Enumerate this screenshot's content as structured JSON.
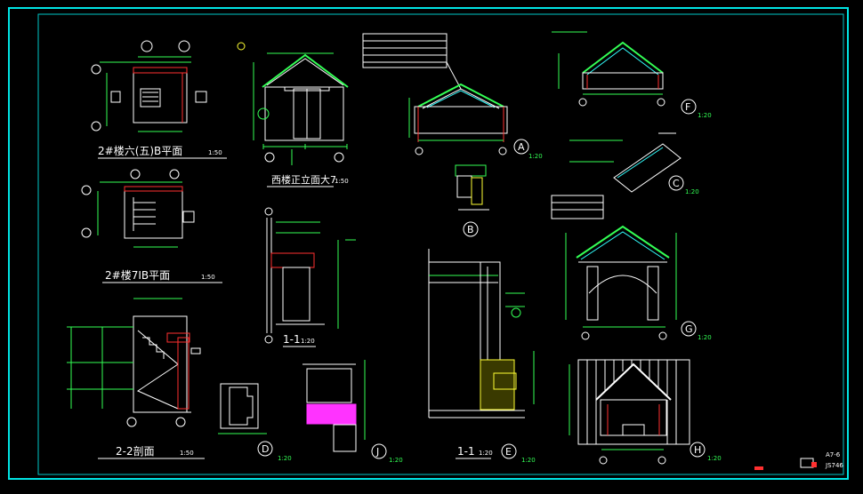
{
  "sheet": {
    "frame_color": "#00e5e5",
    "line_colors": {
      "white": "#ffffff",
      "green": "#33ff55",
      "yellow": "#ffff33",
      "red": "#ff3030",
      "magenta": "#ff33ff",
      "cyan": "#33ffff"
    },
    "title_block": {
      "code": "A7-6",
      "subtext": "JS746"
    }
  },
  "views": {
    "plan_1": {
      "title": "2#楼六(五)B平面",
      "scale": "1:50"
    },
    "plan_2": {
      "title": "2#楼7IB平面",
      "scale": "1:50"
    },
    "section_22": {
      "title": "2-2剖面",
      "scale": "1:50"
    },
    "elevation": {
      "title": "西楼正立面大7",
      "scale": "1:50"
    },
    "section_11a": {
      "title": "1-1",
      "scale": "1:20"
    },
    "section_11b": {
      "title": "1-1",
      "scale": "1:20"
    },
    "detail_a": {
      "bubble": "A",
      "scale": "1:20"
    },
    "detail_b": {
      "bubble": "B"
    },
    "detail_c": {
      "bubble": "C",
      "scale": "1:20"
    },
    "detail_d": {
      "bubble": "D",
      "scale": "1:20"
    },
    "detail_e": {
      "bubble": "E",
      "scale": "1:20"
    },
    "detail_f": {
      "bubble": "F",
      "scale": "1:20"
    },
    "detail_g": {
      "bubble": "G",
      "scale": "1:20"
    },
    "detail_h": {
      "bubble": "H",
      "scale": "1:20"
    },
    "detail_j": {
      "bubble": "J",
      "scale": "1:20"
    }
  }
}
